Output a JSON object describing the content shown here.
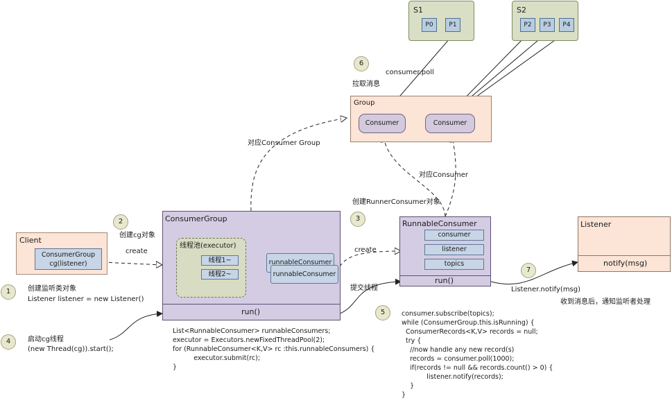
{
  "s1": {
    "title": "S1",
    "partitions": [
      "P0",
      "P1"
    ]
  },
  "s2": {
    "title": "S2",
    "partitions": [
      "P2",
      "P3",
      "P4"
    ]
  },
  "group": {
    "title": "Group",
    "consumers": [
      "Consumer",
      "Consumer"
    ]
  },
  "consumer_group": {
    "title": "ConsumerGroup",
    "pool_title": "线程池(executor)",
    "threads": [
      "线程1~",
      "线程2~"
    ],
    "runnables": [
      "runnableConsumer",
      "runnableConsumer"
    ],
    "run": "run()"
  },
  "runnable_consumer": {
    "title": "RunnableConsumer",
    "fields": [
      "consumer",
      "listener",
      "topics"
    ],
    "run": "run()"
  },
  "client": {
    "title": "Client",
    "inner_line1": "ConsumerGroup",
    "inner_line2": "cg(listener)"
  },
  "listener": {
    "title": "Listener",
    "method": "notify(msg)"
  },
  "steps": [
    "1",
    "2",
    "3",
    "4",
    "5",
    "6",
    "7"
  ],
  "labels": {
    "create_listener": "创建监听类对象",
    "listener_code": "Listener listener = new Listener()",
    "create_cg": "创建cg对象",
    "create1": "create",
    "create2": "create",
    "create_runner": "创建RunnerConsumer对象",
    "start_cg": "启动cg线程",
    "start_code": "(new Thread(cg)).start();",
    "submit_thread": "提交线程",
    "map_group": "对应Consumer Group",
    "map_consumer": "对应Consumer",
    "consumer_poll": "consumer.poll",
    "pull_msg": "拉取消息",
    "listener_notify": "Listener.notify(msg)",
    "notify_desc": "收到消息后，通知监听者处理"
  },
  "code_cg": [
    "List<RunnableConsumer> runnableConsumers;",
    "executor = Executors.newFixedThreadPool(2);",
    "",
    "for (RunnableConsumer<K,V> rc :this.runnableConsumers) {",
    "          executor.submit(rc);",
    "}"
  ],
  "code_rc": [
    "consumer.subscribe(topics);",
    "while (ConsumerGroup.this.isRunning) {",
    "  ConsumerRecords<K,V> records = null;",
    "  try {",
    "    //now handle any new record(s)",
    "    records = consumer.poll(1000);",
    "    if(records != null && records.count() > 0) {",
    "            listener.notify(records);",
    "    }",
    "}"
  ]
}
